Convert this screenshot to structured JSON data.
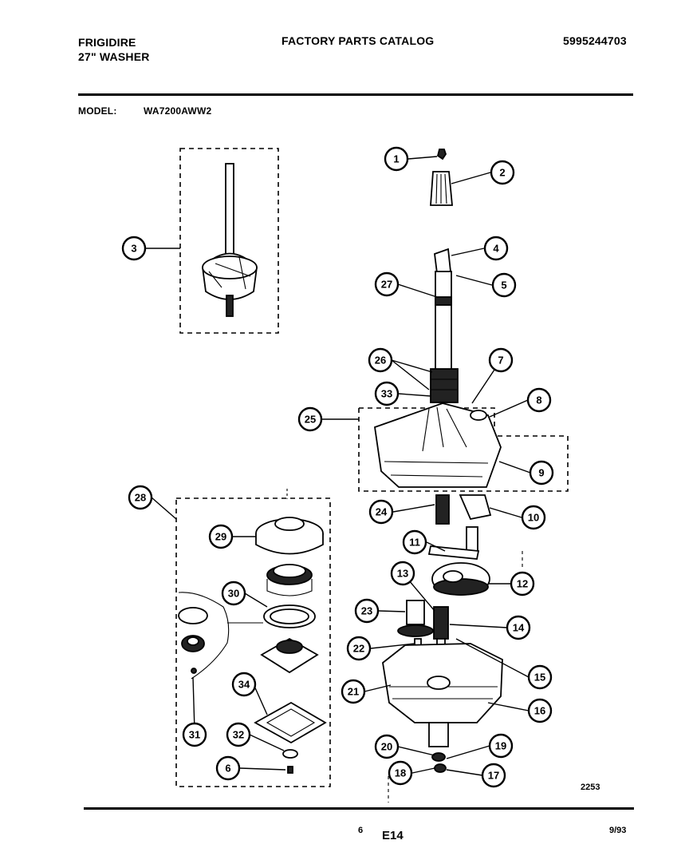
{
  "header": {
    "brand": "FRIGIDIRE",
    "product": "27\" WASHER",
    "catalog_title": "FACTORY PARTS CATALOG",
    "catalog_number": "5995244703",
    "model_label": "MODEL:",
    "model_value": "WA7200AWW2"
  },
  "diagram": {
    "drawing_number": "2253",
    "callouts": [
      "1",
      "2",
      "3",
      "4",
      "5",
      "27",
      "26",
      "7",
      "33",
      "8",
      "25",
      "9",
      "24",
      "10",
      "11",
      "28",
      "29",
      "13",
      "12",
      "30",
      "23",
      "14",
      "22",
      "15",
      "21",
      "16",
      "34",
      "20",
      "19",
      "31",
      "32",
      "6",
      "18",
      "17"
    ]
  },
  "footer": {
    "page_number": "6",
    "page_code": "E14",
    "date": "9/93"
  }
}
